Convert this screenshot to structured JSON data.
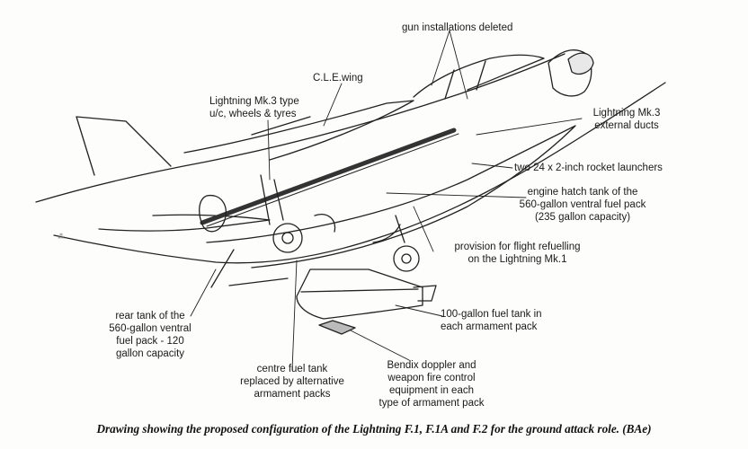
{
  "labels": {
    "gun": "gun installations deleted",
    "cle": "C.L.E.wing",
    "mk3_uc": "Lightning Mk.3 type\nu/c, wheels & tyres",
    "mk3_ducts": "Lightning Mk.3\nexternal ducts",
    "rockets": "two 24 x 2-inch rocket launchers",
    "engine_hatch": "engine hatch tank of the\n560-gallon ventral fuel pack\n(235 gallon capacity)",
    "refuel": "provision for flight refuelling\non the Lightning Mk.1",
    "fuel100": "100-gallon fuel tank in\neach armament pack",
    "rear_tank": "rear tank of the\n560-gallon ventral\nfuel pack - 120\ngallon capacity",
    "centre": "centre fuel tank\nreplaced by alternative\narmament packs",
    "bendix": "Bendix doppler and\nweapon fire control\nequipment in each\ntype of armament pack"
  },
  "caption": "Drawing showing the proposed configuration of the Lightning F.1, F.1A and F.2 for the ground attack role. (BAe)"
}
